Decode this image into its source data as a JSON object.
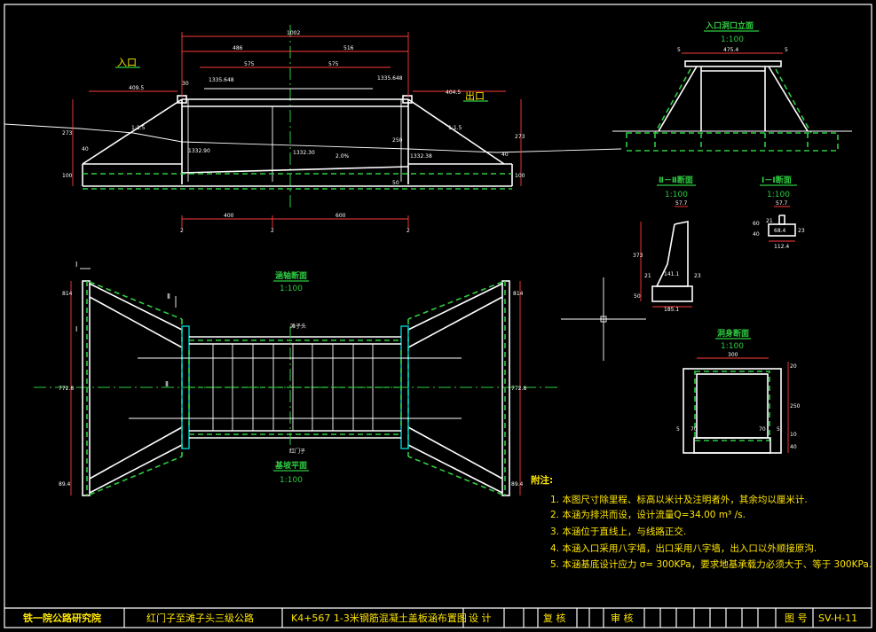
{
  "elevation": {
    "entrance_label": "入口",
    "exit_label": "出口",
    "total_length": "1002",
    "left_half": "486",
    "right_half": "516",
    "left_inner": "575",
    "right_inner": "575",
    "left_wing": "409.5",
    "right_wing": "404.5",
    "top_left_elev": "1335.648",
    "top_right_elev": "1335.648",
    "inv_left": "1332.90",
    "inv_mid": "1332.30",
    "inv_right": "1332.38",
    "slope": "2.0%",
    "slope_left": "1:1.5",
    "slope_right": "1:1.5",
    "h_left": "273",
    "h_right": "273",
    "h_base_left": "100",
    "h_base_right": "100",
    "d_40": "40",
    "d_30": "30",
    "d_250": "250",
    "d_50": "50",
    "seg_left": "400",
    "seg_right": "600",
    "axis_2a": "2",
    "axis_2b": "2",
    "axis_2c": "2"
  },
  "end_view": {
    "title": "入口洞口立面",
    "scale": "1:100",
    "dim_left": "5",
    "dim_mid": "475.4",
    "dim_right": "5"
  },
  "section_II": {
    "title": "Ⅱ－Ⅱ断面",
    "scale": "1:100",
    "d_top": "57.7",
    "d_h": "373",
    "d_21": "21",
    "d_141": "141.1",
    "d_23": "23",
    "d_50": "50",
    "d_bottom": "185.1"
  },
  "section_I": {
    "title": "Ⅰ－Ⅰ断面",
    "scale": "1:100",
    "d_top": "57.7",
    "d_60": "60",
    "d_40": "40",
    "d_21": "21",
    "d_684": "68.4",
    "d_23": "23",
    "d_bottom": "112.4"
  },
  "body_section": {
    "title": "洞身断面",
    "scale": "1:100",
    "d_top": "300",
    "d_20": "20",
    "d_250": "250",
    "d_5a": "5",
    "d_70a": "70",
    "d_70b": "70",
    "d_5b": "5",
    "d_10": "10",
    "d_40": "40"
  },
  "plan": {
    "top_title": "涵轴断面",
    "top_scale": "1:100",
    "bottom_title": "基坡平面",
    "bottom_scale": "1:100",
    "mark_I_top": "Ⅰ",
    "mark_I_mid": "Ⅰ",
    "mark_II_top": "Ⅱ",
    "mark_II_mid": "Ⅱ",
    "label_top": "滩子头",
    "label_bottom": "红门子",
    "left_dim_top": "814",
    "left_dim_mid": "772.8",
    "left_dim_bot": "89.4",
    "right_dim_top": "814",
    "right_dim_mid": "772.8",
    "right_dim_bot": "89.4"
  },
  "notes": {
    "heading": "附注:",
    "items": [
      "1. 本图尺寸除里程、标高以米计及注明者外，其余均以厘米计.",
      "2. 本涵为排洪而设，设计流量Q=34.00 m³ /s.",
      "3. 本涵位于直线上，与线路正交.",
      "4. 本涵入口采用八字墙，出口采用八字墙，出入口以外顺接原沟.",
      "5. 本涵基底设计应力 σ= 300KPa，要求地基承载力必须大于、等于 300KPa."
    ]
  },
  "title_block": {
    "org": "铁一院公路研究院",
    "project": "红门子至滩子头三级公路",
    "drawing": "K4+567  1-3米钢筋混凝土盖板涵布置图",
    "design": "设 计",
    "check": "复 核",
    "review": "审 核",
    "fig_no_label": "图 号",
    "fig_no": "SV-H-11"
  }
}
